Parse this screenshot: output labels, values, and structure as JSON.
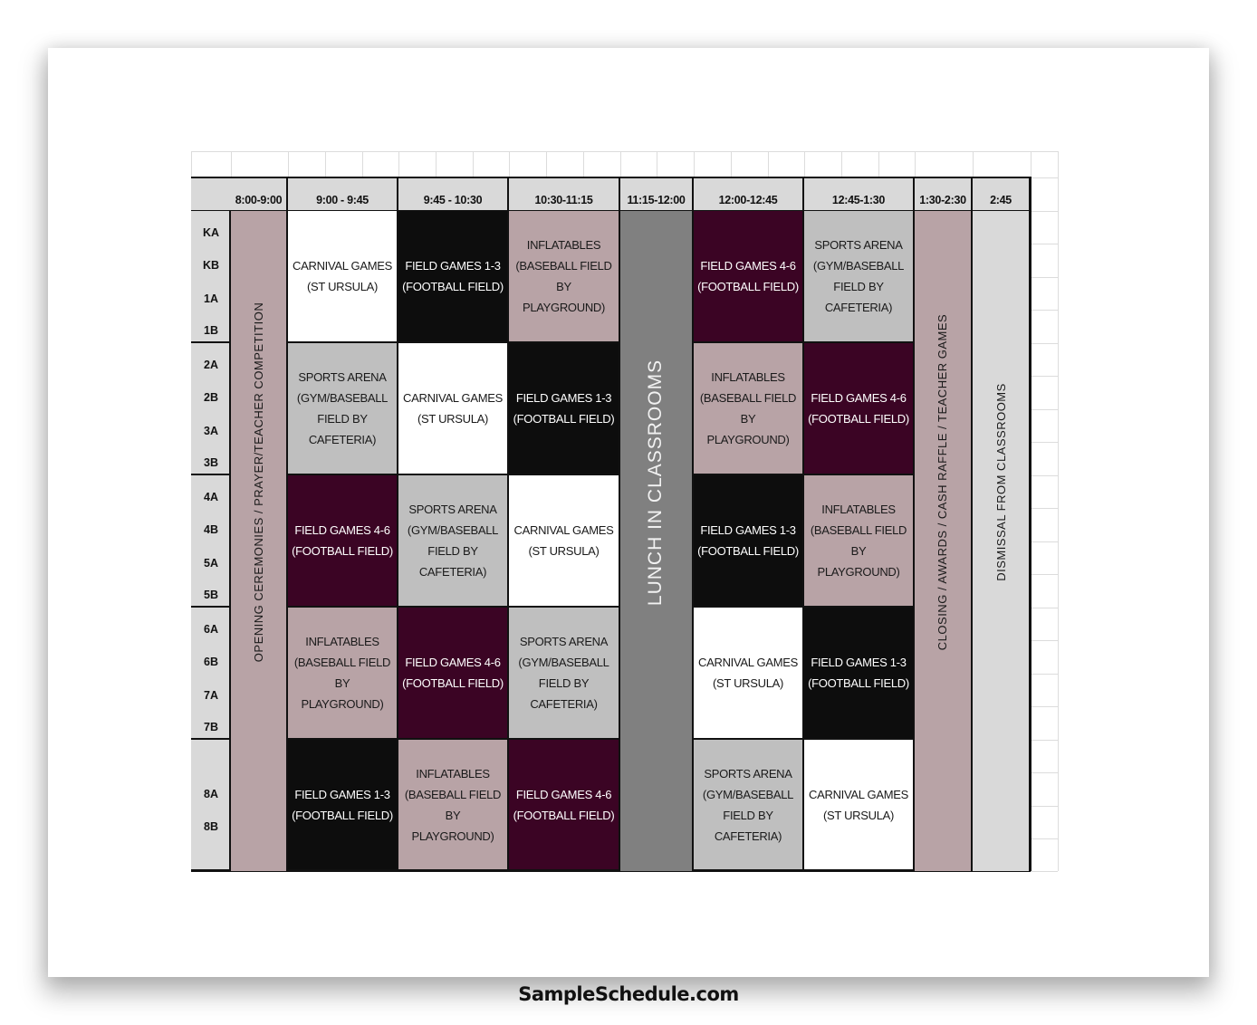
{
  "colors": {
    "white": "#ffffff",
    "black": "#0d0d0d",
    "maroon": "#3b0424",
    "mauve": "#b8a3a6",
    "gray": "#bfbfbf",
    "lunch_gray": "#808080",
    "header_gray": "#d9d9d9"
  },
  "header": {
    "times": [
      "8:00-9:00",
      "9:00 - 9:45",
      "9:45 - 10:30",
      "10:30-11:15",
      "11:15-12:00",
      "12:00-12:45",
      "12:45-1:30",
      "1:30-2:30",
      "2:45"
    ]
  },
  "groups": [
    {
      "grades": [
        "KA",
        "KB",
        "1A",
        "1B"
      ]
    },
    {
      "grades": [
        "2A",
        "2B",
        "3A",
        "3B"
      ]
    },
    {
      "grades": [
        "4A",
        "4B",
        "5A",
        "5B"
      ]
    },
    {
      "grades": [
        "6A",
        "6B",
        "7A",
        "7B"
      ]
    },
    {
      "grades": [
        "8A",
        "8B"
      ]
    }
  ],
  "bands": {
    "opening": "OPENING CEREMONIES / PRAYER/TEACHER COMPETITION",
    "lunch": "LUNCH IN CLASSROOMS",
    "closing": "CLOSING / AWARDS / CASH RAFFLE / TEACHER GAMES",
    "dismissal": "DISMISSAL FROM CLASSROOMS"
  },
  "activities": {
    "carnival": {
      "line1": "CARNIVAL GAMES",
      "line2": "(ST URSULA)"
    },
    "field13": {
      "line1": "FIELD GAMES 1-3",
      "line2": "(FOOTBALL FIELD)"
    },
    "field46": {
      "line1": "FIELD GAMES 4-6",
      "line2": "(FOOTBALL FIELD)"
    },
    "inflatables": {
      "line1": "INFLATABLES",
      "line2": "(BASEBALL FIELD BY",
      "line3": "PLAYGROUND)"
    },
    "sports": {
      "line1": "SPORTS ARENA",
      "line2": "(GYM/BASEBALL",
      "line3": "FIELD BY",
      "line4": "CAFETERIA)"
    }
  },
  "schedule": [
    [
      "carnival",
      "field13",
      "inflatables",
      "field46",
      "sports"
    ],
    [
      "sports",
      "carnival",
      "field13",
      "inflatables",
      "field46"
    ],
    [
      "field46",
      "sports",
      "carnival",
      "field13",
      "inflatables"
    ],
    [
      "inflatables",
      "field46",
      "sports",
      "carnival",
      "field13"
    ],
    [
      "field13",
      "inflatables",
      "field46",
      "sports",
      "carnival"
    ]
  ],
  "footer": {
    "site": "SampleSchedule.com"
  }
}
